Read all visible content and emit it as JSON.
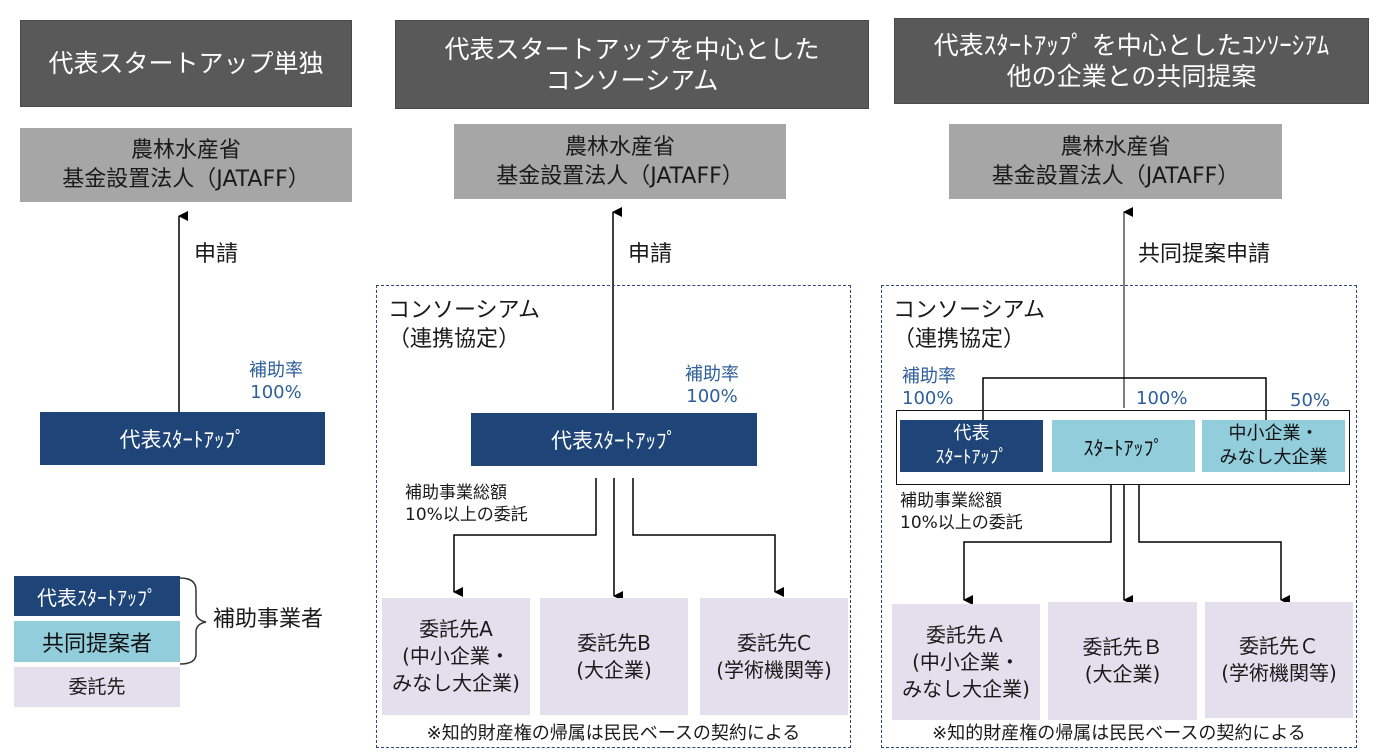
{
  "columns": [
    {
      "title": "代表スタートアップ単独",
      "agency": "農林水産省\n基金設置法人（JATAFF）",
      "arrow_label": "申請",
      "rate_label": "補助率\n100%",
      "lead": "代表ｽﾀｰﾄｱｯﾌﾟ"
    },
    {
      "title": "代表スタートアップを中心とした\nコンソーシアム",
      "agency": "農林水産省\n基金設置法人（JATAFF）",
      "arrow_label": "申請",
      "consortium_label": "コンソーシアム\n（連携協定）",
      "rate_label": "補助率\n100%",
      "lead": "代表ｽﾀｰﾄｱｯﾌﾟ",
      "delegation_note": "補助事業総額\n10%以上の委託",
      "contractors": [
        "委託先A\n(中小企業・\nみなし大企業)",
        "委託先B\n(大企業)",
        "委託先C\n(学術機関等)"
      ],
      "footnote": "※知的財産権の帰属は民民ベースの契約による"
    },
    {
      "title": "代表ｽﾀｰﾄｱｯﾌﾟ を中心としたｺﾝｿｰｼｱﾑ\n他の企業との共同提案",
      "agency": "農林水産省\n基金設置法人（JATAFF）",
      "arrow_label": "共同提案申請",
      "consortium_label": "コンソーシアム\n（連携協定）",
      "rate_label": "補助率\n100%",
      "rate_startup": "100%",
      "rate_sme": "50%",
      "lead": "代表\nｽﾀｰﾄｱｯﾌﾟ",
      "startup": "ｽﾀｰﾄｱｯﾌﾟ",
      "sme": "中小企業・\nみなし大企業",
      "delegation_note": "補助事業総額\n10%以上の委託",
      "contractors": [
        "委託先Ａ\n(中小企業・\nみなし大企業)",
        "委託先Ｂ\n(大企業)",
        "委託先Ｃ\n(学術機関等)"
      ],
      "footnote": "※知的財産権の帰属は民民ベースの契約による"
    }
  ],
  "legend": {
    "lead": "代表ｽﾀｰﾄｱｯﾌﾟ",
    "co_proposer": "共同提案者",
    "contractor": "委託先",
    "group_label": "補助事業者"
  },
  "colors": {
    "title_bg": "#595959",
    "agency_bg": "#a6a6a6",
    "lead_navy": "#1f4578",
    "co_proposer_cyan": "#92cddc",
    "contractor_lavender": "#e4dfec",
    "rate_blue": "#2f5f9a"
  }
}
